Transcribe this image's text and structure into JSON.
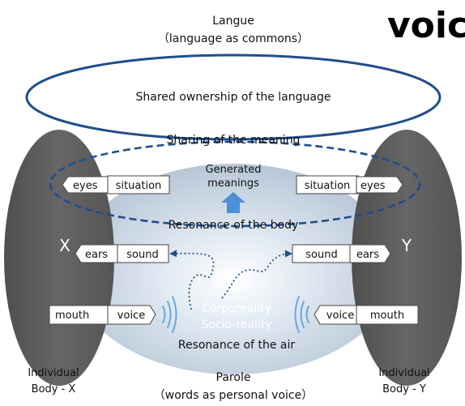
{
  "brand": {
    "word": "voic"
  },
  "top": {
    "title": "Langue",
    "subtitle": "（language as commons）"
  },
  "ellipses": {
    "shared_ownership": "Shared ownership of the language",
    "sharing_meaning": "Sharing of the meaning"
  },
  "center": {
    "generated_line1": "Generated",
    "generated_line2": "meanings",
    "resonance_body": "Resonance of the body",
    "corporeality": "Corporeality",
    "socio_reality": "Socio-reality",
    "resonance_air": "Resonance of the air"
  },
  "bodies": {
    "left": {
      "letter": "X",
      "label_line1": "Individual",
      "label_line2": "Body - X",
      "eyes": "eyes",
      "situation": "situation",
      "ears": "ears",
      "sound": "sound",
      "mouth": "mouth",
      "voice": "voice"
    },
    "right": {
      "letter": "Y",
      "label_line1": "Individual",
      "label_line2": "Body - Y",
      "eyes": "eyes",
      "situation": "situation",
      "ears": "ears",
      "sound": "sound",
      "mouth": "mouth",
      "voice": "voice"
    }
  },
  "bottom": {
    "title": "Parole",
    "subtitle": "（words as personal voice）"
  },
  "colors": {
    "blue": "#1f4e8c",
    "body_gray": "#595959",
    "arrow_blue": "#4a8fd8",
    "wave_blue": "#6aa6e0"
  }
}
